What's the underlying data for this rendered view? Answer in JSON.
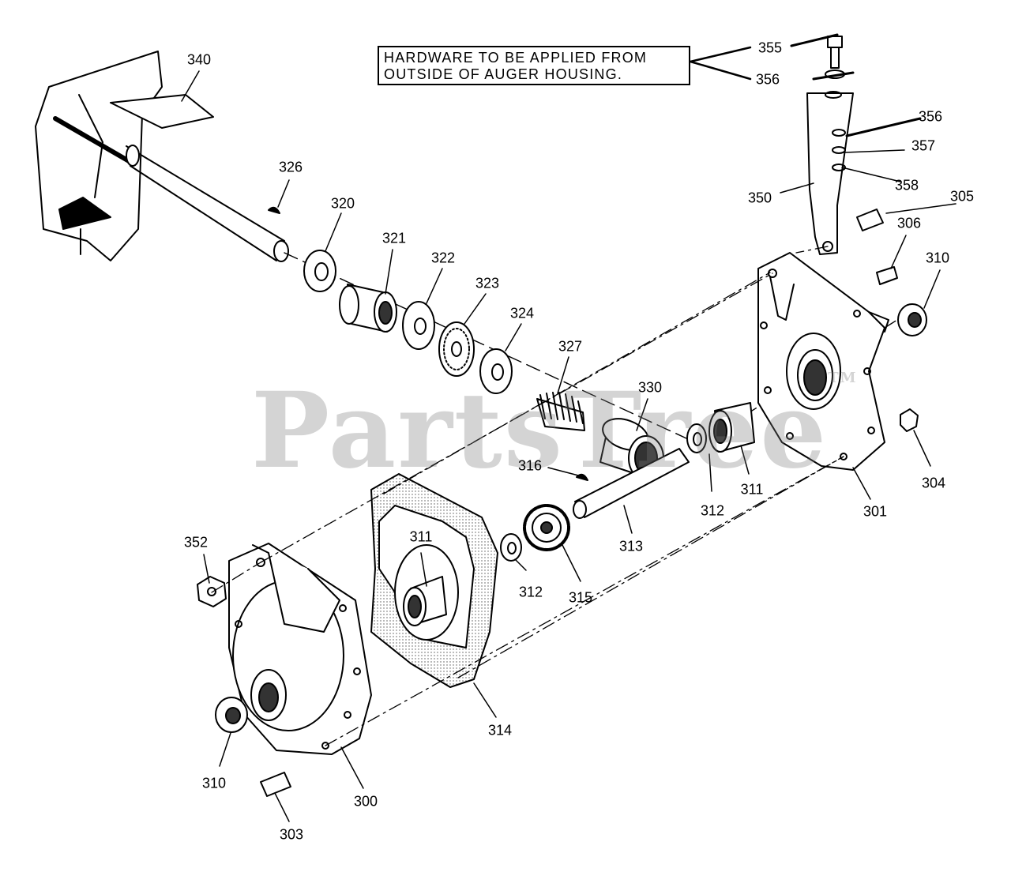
{
  "note": {
    "line1": "HARDWARE TO BE APPLIED FROM",
    "line2": "OUTSIDE OF AUGER HOUSING."
  },
  "watermark": {
    "text": "PartsTree",
    "mark": "TM"
  },
  "callouts": {
    "c340": "340",
    "c326": "326",
    "c320": "320",
    "c321": "321",
    "c322": "322",
    "c323": "323",
    "c324": "324",
    "c327": "327",
    "c330": "330",
    "c316": "316",
    "c311a": "311",
    "c311b": "311",
    "c312a": "312",
    "c312b": "312",
    "c313": "313",
    "c314": "314",
    "c315": "315",
    "c352": "352",
    "c310a": "310",
    "c310b": "310",
    "c303": "303",
    "c300": "300",
    "c301": "301",
    "c304": "304",
    "c306": "306",
    "c305": "305",
    "c350": "350",
    "c355": "355",
    "c356a": "356",
    "c356b": "356",
    "c357": "357",
    "c358": "358"
  },
  "colors": {
    "ink": "#000000",
    "paper": "#ffffff",
    "shade": "#3a3a3a",
    "watermark": "#8c8c8c"
  }
}
